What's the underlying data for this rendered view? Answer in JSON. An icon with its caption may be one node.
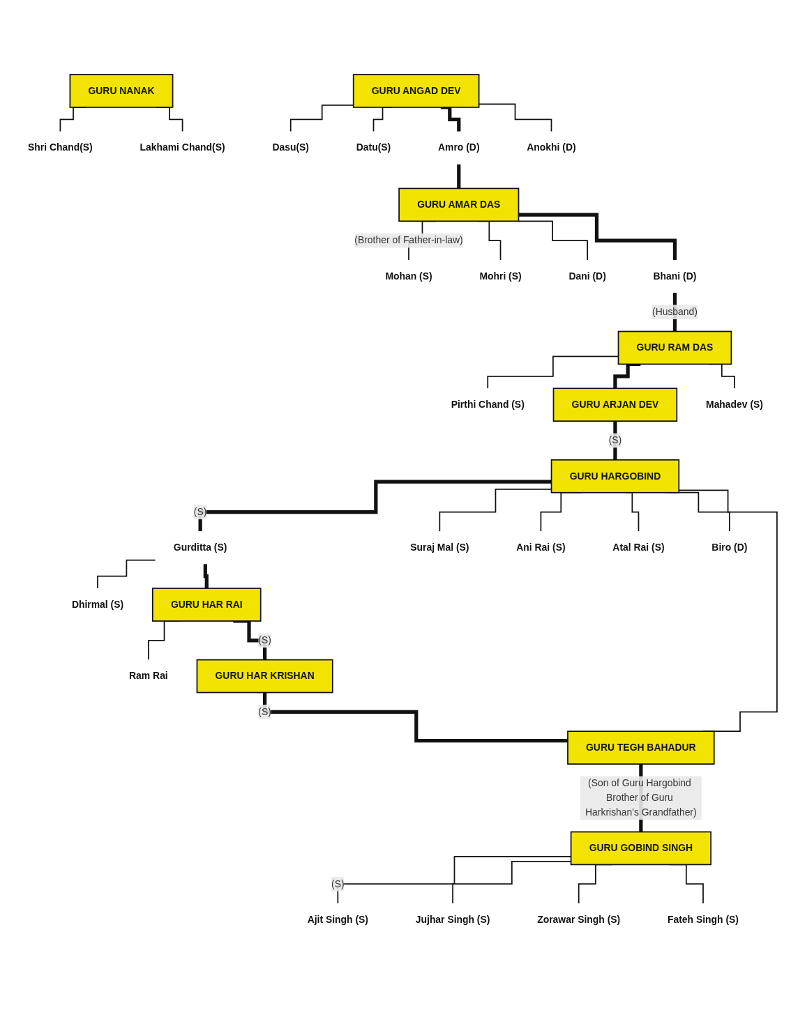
{
  "diagram": {
    "nodes": [
      {
        "text": [
          "GURU NANAK"
        ]
      },
      {
        "text": [
          "Shri Chand(S)"
        ]
      },
      {
        "text": [
          "Lakhami Chand(S)"
        ]
      },
      {
        "text": [
          "GURU ANGAD DEV"
        ]
      },
      {
        "text": [
          "Dasu(S)"
        ]
      },
      {
        "text": [
          "Datu(S)"
        ]
      },
      {
        "text": [
          "Amro (D)"
        ]
      },
      {
        "text": [
          "Anokhi (D)"
        ]
      },
      {
        "text": [
          "GURU AMAR DAS"
        ]
      },
      {
        "text": [
          "Mohan (S)"
        ]
      },
      {
        "text": [
          "Mohri (S)"
        ]
      },
      {
        "text": [
          "Dani (D)"
        ]
      },
      {
        "text": [
          "Bhani (D)"
        ]
      },
      {
        "text": [
          "GURU RAM DAS"
        ]
      },
      {
        "text": [
          "Pirthi Chand (S)"
        ]
      },
      {
        "text": [
          "GURU ARJAN DEV"
        ]
      },
      {
        "text": [
          "Mahadev (S)"
        ]
      },
      {
        "text": [
          "GURU HARGOBIND"
        ]
      },
      {
        "text": [
          "Gurditta (S)"
        ]
      },
      {
        "text": [
          "Suraj Mal (S)"
        ]
      },
      {
        "text": [
          "Ani Rai (S)"
        ]
      },
      {
        "text": [
          "Atal Rai (S)"
        ]
      },
      {
        "text": [
          "Biro (D)"
        ]
      },
      {
        "text": [
          "Dhirmal (S)"
        ]
      },
      {
        "text": [
          "GURU HAR RAI"
        ]
      },
      {
        "text": [
          "Ram Rai"
        ]
      },
      {
        "text": [
          "GURU HAR KRISHAN"
        ]
      },
      {
        "text": [
          "GURU TEGH BAHADUR"
        ]
      },
      {
        "text": [
          "GURU GOBIND SINGH"
        ]
      },
      {
        "text": [
          "Ajit Singh (S)"
        ]
      },
      {
        "text": [
          "Jujhar Singh (S)"
        ]
      },
      {
        "text": [
          "Zorawar Singh (S)"
        ]
      },
      {
        "text": [
          "Fateh Singh (S)"
        ]
      }
    ],
    "edges": [
      {
        "from": 0,
        "to": 1,
        "arrow": "none"
      },
      {
        "from": 0,
        "to": 2,
        "arrow": "none"
      },
      {
        "from": 3,
        "to": 4,
        "arrow": "none"
      },
      {
        "from": 3,
        "to": 5,
        "arrow": "none"
      },
      {
        "from": 3,
        "to": 6,
        "arrow": "none",
        "style": "thick"
      },
      {
        "from": 3,
        "to": 7,
        "arrow": "none"
      },
      {
        "from": 6,
        "to": 8,
        "arrow": "none",
        "style": "thick"
      },
      {
        "from": 8,
        "to": 9,
        "arrow": "none",
        "label": "(Brother of Father-in-law)"
      },
      {
        "from": 8,
        "to": 10,
        "arrow": "none"
      },
      {
        "from": 8,
        "to": 11,
        "arrow": "none"
      },
      {
        "from": 8,
        "to": 12,
        "arrow": "none",
        "style": "thick"
      },
      {
        "from": 12,
        "to": 13,
        "arrow": "none",
        "style": "thick",
        "label": "(Husband)"
      },
      {
        "from": 13,
        "to": 14,
        "arrow": "none"
      },
      {
        "from": 13,
        "to": 15,
        "arrow": "none",
        "style": "thick"
      },
      {
        "from": 13,
        "to": 16,
        "arrow": "none"
      },
      {
        "from": 15,
        "to": 17,
        "arrow": "none",
        "style": "thick",
        "label": "(S)"
      },
      {
        "from": 17,
        "to": 18,
        "arrow": "none",
        "style": "thick",
        "label": "(S)"
      },
      {
        "from": 17,
        "to": 19,
        "arrow": "none"
      },
      {
        "from": 17,
        "to": 20,
        "arrow": "none"
      },
      {
        "from": 17,
        "to": 21,
        "arrow": "none"
      },
      {
        "from": 17,
        "to": 22,
        "arrow": "none"
      },
      {
        "from": 17,
        "to": 27,
        "arrow": "none"
      },
      {
        "from": 18,
        "to": 23,
        "arrow": "none"
      },
      {
        "from": 18,
        "to": 24,
        "arrow": "none",
        "style": "thick"
      },
      {
        "from": 24,
        "to": 25,
        "arrow": "none"
      },
      {
        "from": 24,
        "to": 26,
        "arrow": "none",
        "style": "thick",
        "label": "(S)"
      },
      {
        "from": 26,
        "to": 27,
        "arrow": "none",
        "style": "thick",
        "label": "(S)"
      },
      {
        "from": 27,
        "to": 28,
        "arrow": "none",
        "style": "thick",
        "label": "(Son of Guru Hargobind Brother of Guru Harkrishan's Grandfather)"
      },
      {
        "from": 28,
        "to": 29,
        "arrow": "none",
        "label": "(S)"
      },
      {
        "from": 28,
        "to": 30,
        "arrow": "none"
      },
      {
        "from": 28,
        "to": 31,
        "arrow": "none"
      },
      {
        "from": 28,
        "to": 32,
        "arrow": "none"
      }
    ]
  }
}
